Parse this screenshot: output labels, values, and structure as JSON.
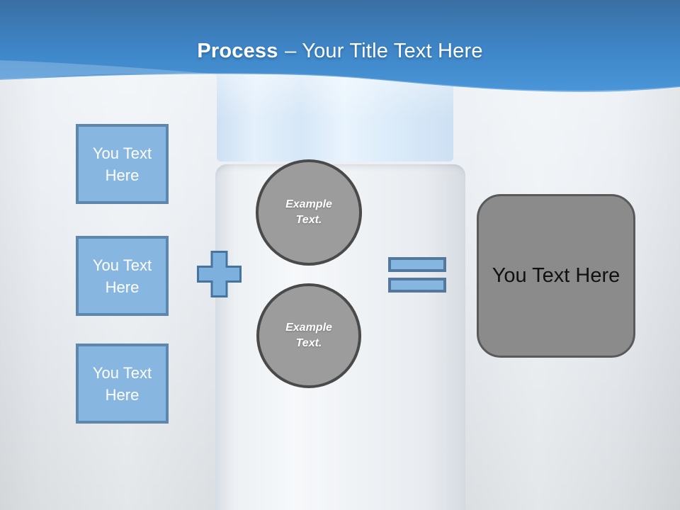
{
  "slide": {
    "title": {
      "bold": "Process",
      "rest": "– Your Title Text Here"
    },
    "left_boxes": [
      {
        "label": "You Text Here"
      },
      {
        "label": "You Text Here"
      },
      {
        "label": "You Text Here"
      }
    ],
    "circles": [
      {
        "label": "Example Text."
      },
      {
        "label": "Example Text."
      }
    ],
    "result_box": {
      "label": "You Text Here"
    },
    "colors": {
      "header_blue_top": "#3a6fa3",
      "header_blue_mid": "#3e88cb",
      "header_blue_bottom": "#4a96d8",
      "box_fill": "#87b7e0",
      "box_border": "#5d87ac",
      "operator_fill": "#7db0dc",
      "operator_border": "#46749f",
      "circle_fill": "#9c9c9c",
      "circle_border": "#4a4a4a",
      "result_fill": "#8b8b8b",
      "result_border": "#5a5a5a",
      "title_text": "#ffffff"
    }
  }
}
